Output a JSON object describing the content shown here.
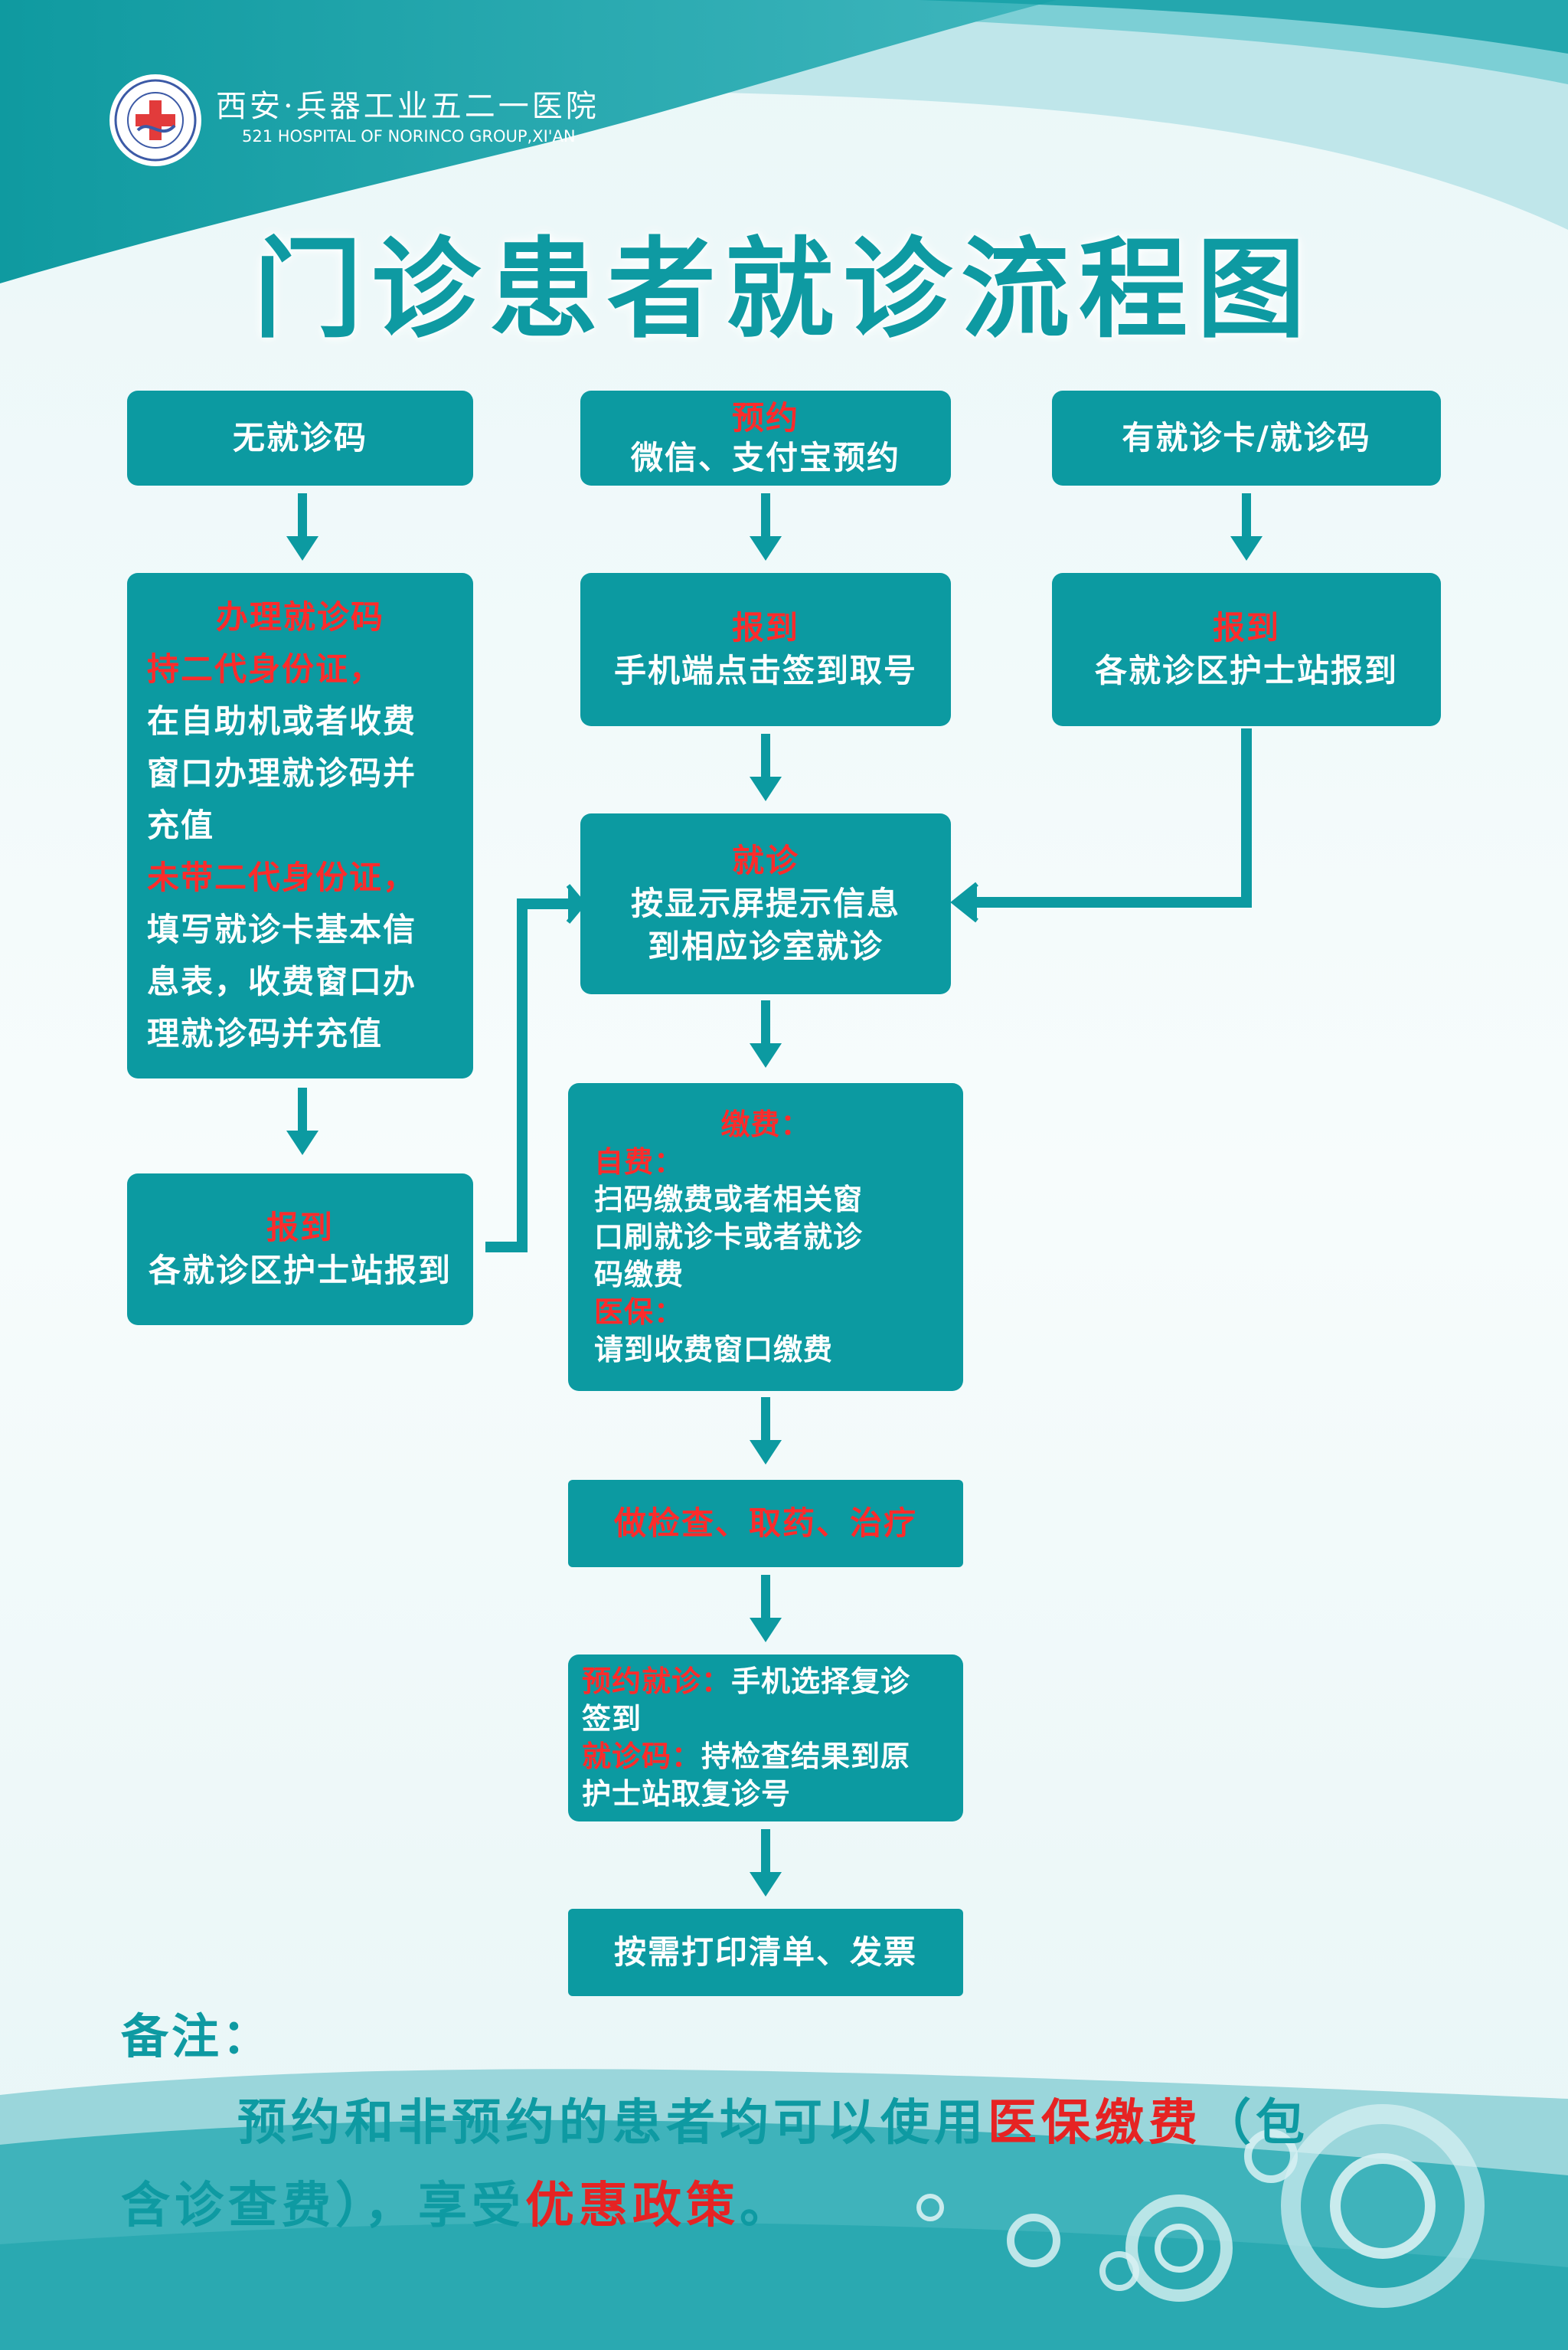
{
  "header": {
    "hospital_name_cn": "西安·兵器工业五二一医院",
    "hospital_name_en": "521 HOSPITAL OF NORINCO GROUP,XI'AN"
  },
  "title": "门诊患者就诊流程图",
  "columns": {
    "left": {
      "start": "无就诊码",
      "process": {
        "line1": "办理就诊码",
        "line2": "持二代身份证，",
        "line3": "在自助机或者收费",
        "line4": "窗口办理就诊码并",
        "line5": "充值",
        "line6": "未带二代身份证，",
        "line7": "填写就诊卡基本信",
        "line8": "息表，收费窗口办",
        "line9": "理就诊码并充值"
      },
      "checkin": {
        "title": "报到",
        "text": "各就诊区护士站报到"
      }
    },
    "middle": {
      "start": {
        "title": "预约",
        "text": "微信、支付宝预约"
      },
      "checkin": {
        "title": "报到",
        "text": "手机端点击签到取号"
      }
    },
    "right": {
      "start": "有就诊卡/就诊码",
      "checkin": {
        "title": "报到",
        "text": "各就诊区护士站报到"
      }
    }
  },
  "visit": {
    "title": "就诊",
    "line1": "按显示屏提示信息",
    "line2": "到相应诊室就诊"
  },
  "payment": {
    "title": "缴费：",
    "self_label": "自费：",
    "self_line1": "扫码缴费或者相关窗",
    "self_line2": "口刷就诊卡或者就诊",
    "self_line3": "码缴费",
    "insurance_label": "医保：",
    "insurance_line": "请到收费窗口缴费"
  },
  "exam": "做检查、取药、治疗",
  "followup": {
    "label1": "预约就诊：",
    "text1a": "手机选择复诊",
    "text1b": "签到",
    "label2": "就诊码：",
    "text2a": "持检查结果到原",
    "text2b": "护士站取复诊号"
  },
  "print": "按需打印清单、发票",
  "notes": {
    "label": "备注：",
    "line1_a": "预约和非预约的患者均可以使用",
    "line1_b": "医保缴费",
    "line1_c": "（包",
    "line2_a": "含诊查费），享受",
    "line2_b": "优惠政策",
    "line2_c": "。"
  },
  "colors": {
    "box": "#0c9aa1",
    "highlight": "#ff2b2b",
    "title": "#0e9aa2",
    "background": "#f2fafb"
  }
}
